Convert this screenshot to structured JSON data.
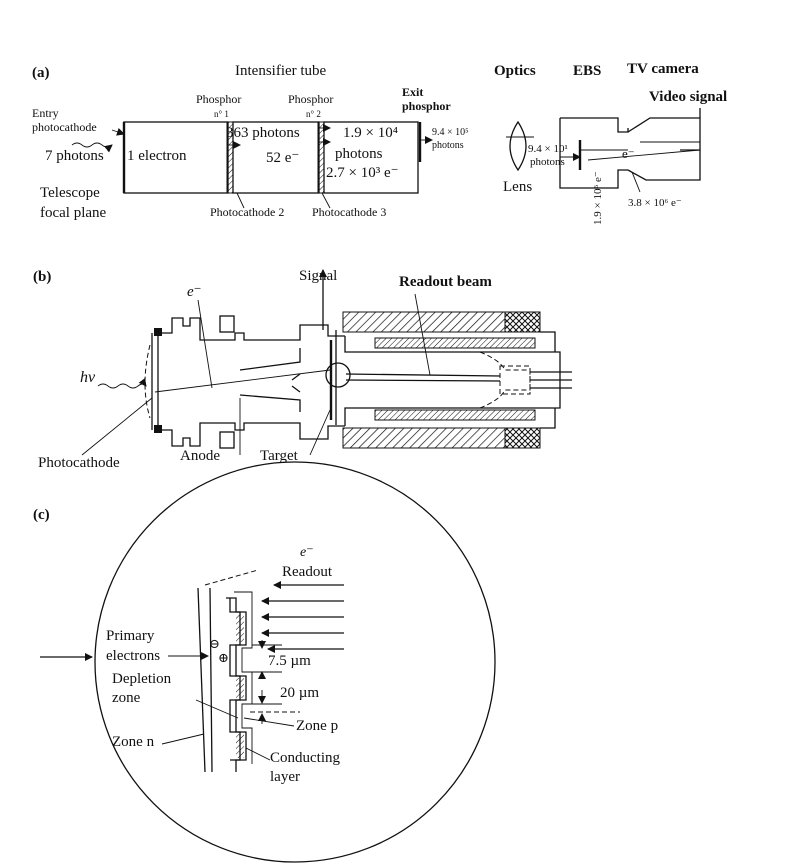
{
  "panel_a": {
    "label": "(a)",
    "title": "Intensifier tube",
    "entry": [
      "Entry",
      "photocathode"
    ],
    "photons_in": "7 photons",
    "electron": "1 electron",
    "telescope": [
      "Telescope",
      "focal plane"
    ],
    "phosphor1": [
      "Phosphor",
      "n° 1"
    ],
    "photons_363": "363 photons",
    "e52": "52 e⁻",
    "photocathode2": "Photocathode 2",
    "phosphor2": [
      "Phosphor",
      "n° 2"
    ],
    "photons_19e4": "1.9 × 10⁴",
    "photons_word": "photons",
    "e_27e3": "2.7 × 10³ e⁻",
    "photocathode3": "Photocathode 3",
    "exit": [
      "Exit",
      "phosphor"
    ],
    "photons_94e5": "9.4 × 10⁵",
    "photons_word_small": "photons",
    "optics": "Optics",
    "ebs": "EBS",
    "tv_camera": "TV camera",
    "video_signal": "Video signal",
    "lens": "Lens",
    "photons_94e1": "9.4 × 10¹",
    "photons_small2": "photons",
    "e_small": "e⁻",
    "e_19e6": "1.9 × 10⁶ e⁻",
    "e_38e6": "3.8 × 10⁶ e⁻"
  },
  "panel_b": {
    "label": "(b)",
    "hv": "hν",
    "e": "e⁻",
    "signal": "Signal",
    "readout_beam": "Readout beam",
    "photocathode": "Photocathode",
    "anode": "Anode",
    "target": "Target"
  },
  "panel_c": {
    "label": "(c)",
    "e": "e⁻",
    "readout": "Readout",
    "primary": [
      "Primary",
      "electrons"
    ],
    "minus": "⊖",
    "plus": "⊕",
    "um75": "7.5 µm",
    "depletion": [
      "Depletion",
      "zone"
    ],
    "um20": "20 µm",
    "zone_p": "Zone p",
    "zone_n": "Zone n",
    "conducting": [
      "Conducting",
      "layer"
    ]
  }
}
